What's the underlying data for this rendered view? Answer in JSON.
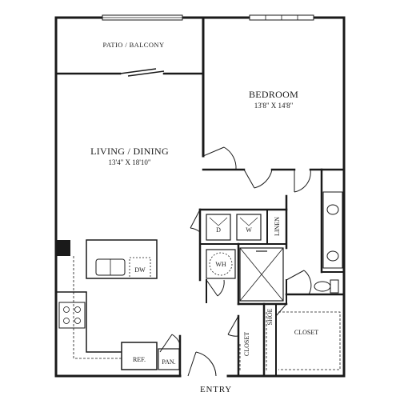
{
  "plan": {
    "rooms": {
      "patio": "PATIO / BALCONY",
      "bedroom": "BEDROOM",
      "bedroom_dim": "13'8\" X 14'8\"",
      "living": "LIVING / DINING",
      "living_dim": "13'4\" X 18'10\"",
      "closet_main": "CLOSET",
      "closet_side": "CLOSET",
      "shoe": "SHOE",
      "linen": "LINEN",
      "pantry": "PAN.",
      "entry": "ENTRY"
    },
    "fixtures": {
      "dryer": "D",
      "washer": "W",
      "water_heater": "WH",
      "dishwasher": "DW",
      "refrigerator": "REF."
    }
  }
}
